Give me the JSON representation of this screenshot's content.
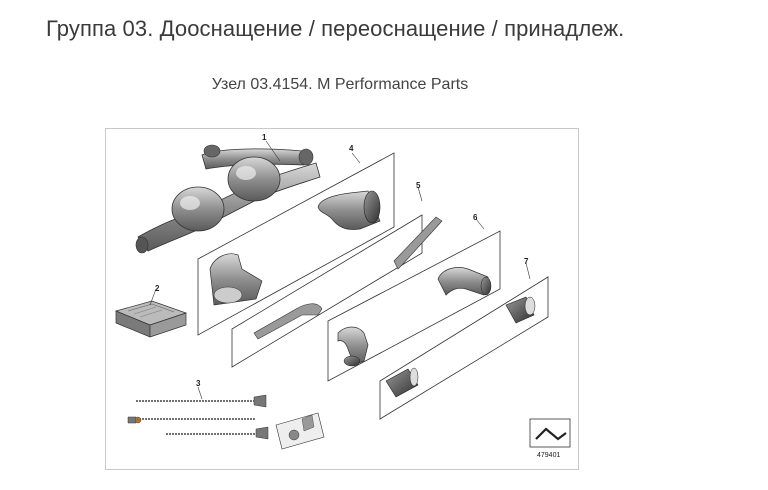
{
  "header": {
    "group_title": "Группа 03. Дооснащение / переоснащение / принадлеж.",
    "node_title": "Узел 03.4154. M Performance Parts"
  },
  "diagram": {
    "callouts": [
      "1",
      "2",
      "3",
      "4",
      "5",
      "6",
      "7"
    ],
    "image_number": "479401"
  }
}
